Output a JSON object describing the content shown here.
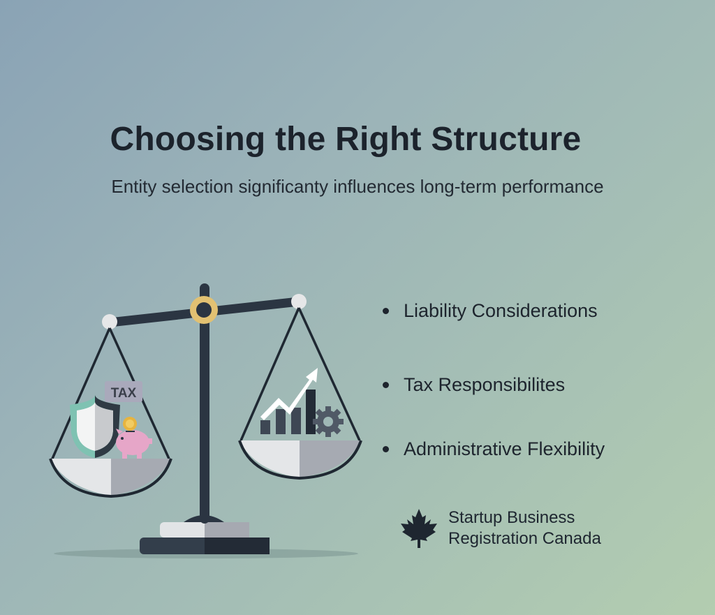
{
  "header": {
    "title": "Choosing the Right Structure",
    "subtitle": "Entity selection significanty influences long-term performance"
  },
  "illustration": {
    "type": "balance-scale",
    "left_pan": {
      "items": [
        "shield-icon",
        "tax-tag",
        "piggy-bank-icon",
        "coin-icon"
      ],
      "tax_label": "TAX"
    },
    "right_pan": {
      "items": [
        "bar-chart-icon",
        "trend-arrow-icon",
        "gear-icon"
      ]
    },
    "colors": {
      "frame": "#2b3542",
      "pivot_ring": "#e2c172",
      "pan_light": "#e4e6e8",
      "pan_dark": "#a6aab2",
      "shield_teal": "#7fc2b2",
      "piggy_pink": "#e6a6c8",
      "coin_gold": "#e7b43f",
      "tag_bg": "#a9a9bb"
    }
  },
  "bullets": {
    "items": [
      {
        "label": "Liability Considerations"
      },
      {
        "label": "Tax Responsibilites"
      },
      {
        "label": "Administrative Flexibility"
      }
    ]
  },
  "brand": {
    "icon": "maple-leaf-icon",
    "line1": "Startup Business",
    "line2": "Registration Canada"
  },
  "background": {
    "top_left": "#8aa3b5",
    "bottom_right": "#b3cdb0"
  }
}
